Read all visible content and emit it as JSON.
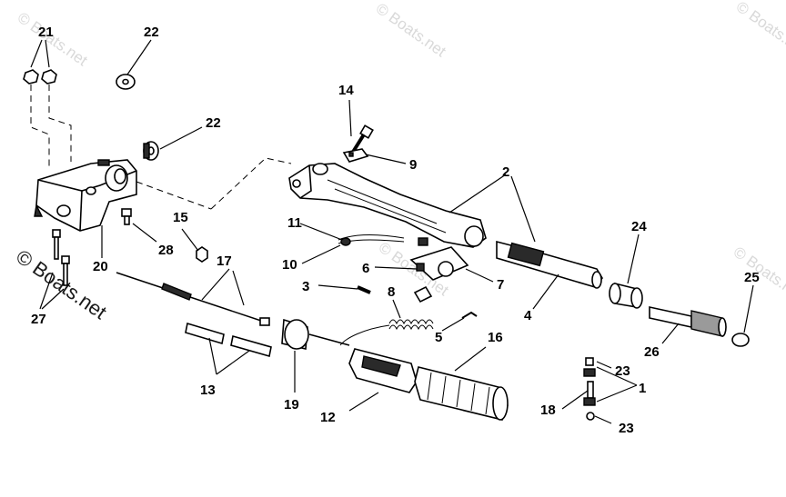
{
  "watermarks": {
    "text_top_left": "© Boats.net",
    "text_top_center": "© Boats.net",
    "text_top_right": "© Boats.net",
    "text_left_bold": "© Boats.net",
    "text_center": "© Boats.net",
    "text_right": "© Boats.net"
  },
  "callouts": {
    "c1": "1",
    "c2": "2",
    "c3": "3",
    "c4": "4",
    "c5": "5",
    "c6": "6",
    "c7": "7",
    "c8": "8",
    "c9": "9",
    "c10": "10",
    "c11": "11",
    "c12": "12",
    "c13": "13",
    "c14": "14",
    "c15": "15",
    "c16": "16",
    "c17": "17",
    "c18": "18",
    "c19": "19",
    "c20": "20",
    "c21": "21",
    "c22a": "22",
    "c22b": "22",
    "c23a": "23",
    "c23b": "23",
    "c24": "24",
    "c25": "25",
    "c26": "26",
    "c27": "27",
    "c28": "28"
  },
  "colors": {
    "ink": "#000000",
    "watermark": "#d9d9d9",
    "paper": "#ffffff"
  }
}
